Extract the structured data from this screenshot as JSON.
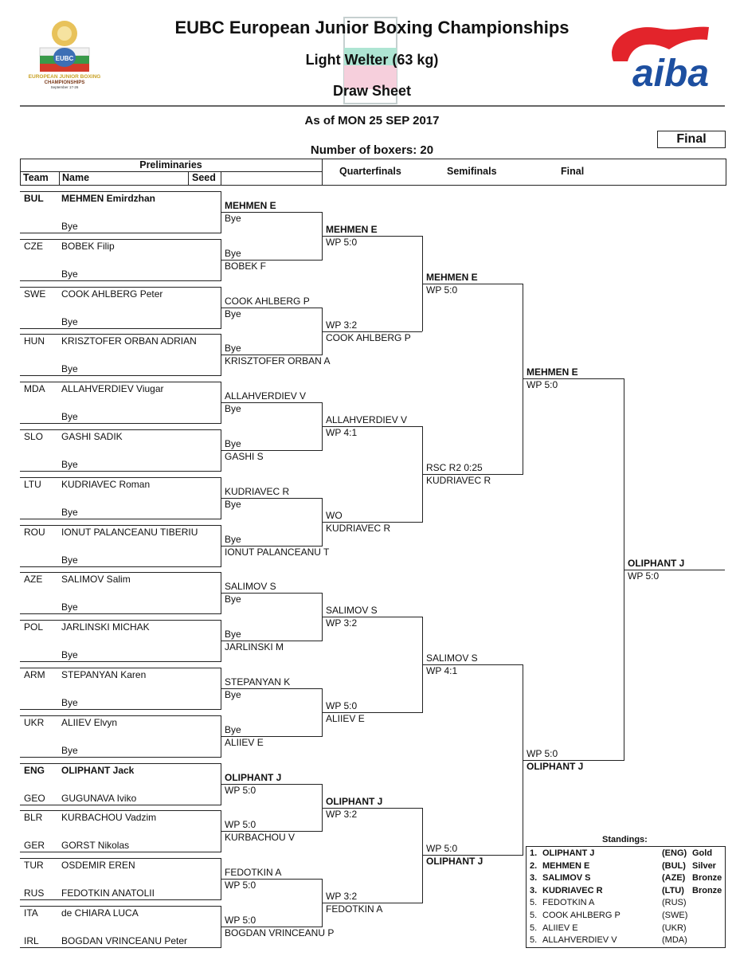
{
  "header": {
    "title": "EUBC European Junior Boxing Championships",
    "weight_class": "Light Welter (63 kg)",
    "sheet_type": "Draw Sheet",
    "as_of": "As of MON 25 SEP 2017",
    "status": "Final",
    "boxer_count": "Number of boxers: 20",
    "left_logo_text": "EUROPEAN JUNIOR BOXING CHAMPIONSHIPS September 17-26",
    "right_logo_text": "aiba"
  },
  "columns": {
    "preliminaries": "Preliminaries",
    "team": "Team",
    "name": "Name",
    "seed": "Seed",
    "quarterfinals": "Quarterfinals",
    "semifinals": "Semifinals",
    "final": "Final"
  },
  "preliminaries": [
    {
      "top_team": "BUL",
      "top_name": "MEHMEN Emirdzhan",
      "top_bold": true,
      "bottom_team": "",
      "bottom_name": "Bye"
    },
    {
      "top_team": "CZE",
      "top_name": "BOBEK Filip",
      "bottom_team": "",
      "bottom_name": "Bye"
    },
    {
      "top_team": "SWE",
      "top_name": "COOK AHLBERG Peter",
      "bottom_team": "",
      "bottom_name": "Bye"
    },
    {
      "top_team": "HUN",
      "top_name": "KRISZTOFER ORBAN ADRIAN",
      "bottom_team": "",
      "bottom_name": "Bye"
    },
    {
      "top_team": "MDA",
      "top_name": "ALLAHVERDIEV Viugar",
      "bottom_team": "",
      "bottom_name": "Bye"
    },
    {
      "top_team": "SLO",
      "top_name": "GASHI SADIK",
      "bottom_team": "",
      "bottom_name": "Bye"
    },
    {
      "top_team": "LTU",
      "top_name": "KUDRIAVEC Roman",
      "bottom_team": "",
      "bottom_name": "Bye"
    },
    {
      "top_team": "ROU",
      "top_name": "IONUT PALANCEANU TIBERIU",
      "bottom_team": "",
      "bottom_name": "Bye"
    },
    {
      "top_team": "AZE",
      "top_name": "SALIMOV Salim",
      "bottom_team": "",
      "bottom_name": "Bye"
    },
    {
      "top_team": "POL",
      "top_name": "JARLINSKI MICHAK",
      "bottom_team": "",
      "bottom_name": "Bye"
    },
    {
      "top_team": "ARM",
      "top_name": "STEPANYAN Karen",
      "bottom_team": "",
      "bottom_name": "Bye"
    },
    {
      "top_team": "UKR",
      "top_name": "ALIIEV Elvyn",
      "bottom_team": "",
      "bottom_name": "Bye"
    },
    {
      "top_team": "ENG",
      "top_name": "OLIPHANT Jack",
      "top_bold": true,
      "bottom_team": "GEO",
      "bottom_name": "GUGUNAVA Iviko"
    },
    {
      "top_team": "BLR",
      "top_name": "KURBACHOU Vadzim",
      "bottom_team": "GER",
      "bottom_name": "GORST Nikolas"
    },
    {
      "top_team": "TUR",
      "top_name": "OSDEMIR EREN",
      "bottom_team": "RUS",
      "bottom_name": "FEDOTKIN ANATOLII"
    },
    {
      "top_team": "ITA",
      "top_name": "de CHIARA LUCA",
      "bottom_team": "IRL",
      "bottom_name": "BOGDAN VRINCEANU Peter"
    }
  ],
  "rounds": [
    [
      {
        "top": "MEHMEN E",
        "top_bold": true,
        "top_result": "Bye",
        "bottom_result": "Bye",
        "bottom": "BOBEK F"
      },
      {
        "top": "COOK AHLBERG P",
        "top_result": "Bye",
        "bottom_result": "Bye",
        "bottom": "KRISZTOFER ORBAN A"
      },
      {
        "top": "ALLAHVERDIEV V",
        "top_result": "Bye",
        "bottom_result": "Bye",
        "bottom": "GASHI S"
      },
      {
        "top": "KUDRIAVEC R",
        "top_result": "Bye",
        "bottom_result": "Bye",
        "bottom": "IONUT PALANCEANU T"
      },
      {
        "top": "SALIMOV S",
        "top_result": "Bye",
        "bottom_result": "Bye",
        "bottom": "JARLINSKI M"
      },
      {
        "top": "STEPANYAN K",
        "top_result": "Bye",
        "bottom_result": "Bye",
        "bottom": "ALIIEV E"
      },
      {
        "top": "OLIPHANT J",
        "top_bold": true,
        "top_result": "WP 5:0",
        "bottom_result": "WP 5:0",
        "bottom": "KURBACHOU V"
      },
      {
        "top": "FEDOTKIN A",
        "top_result": "WP 5:0",
        "bottom_result": "WP 5:0",
        "bottom": "BOGDAN VRINCEANU P"
      }
    ],
    [
      {
        "top": "MEHMEN E",
        "top_bold": true,
        "top_result": "WP 5:0",
        "bottom_result": "WP 3:2",
        "bottom": "COOK AHLBERG P"
      },
      {
        "top": "ALLAHVERDIEV V",
        "top_result": "WP 4:1",
        "bottom_result": "WO",
        "bottom": "KUDRIAVEC R"
      },
      {
        "top": "SALIMOV S",
        "top_result": "WP 3:2",
        "bottom_result": "WP 5:0",
        "bottom": "ALIIEV E"
      },
      {
        "top": "OLIPHANT J",
        "top_bold": true,
        "top_result": "WP 3:2",
        "bottom_result": "WP 3:2",
        "bottom": "FEDOTKIN A"
      }
    ],
    [
      {
        "top": "MEHMEN E",
        "top_bold": true,
        "top_result": "WP 5:0",
        "bottom_result": "RSC R2 0:25",
        "bottom": "KUDRIAVEC R"
      },
      {
        "top": "SALIMOV S",
        "top_result": "WP 4:1",
        "bottom_result": "WP 5:0",
        "bottom": "OLIPHANT J",
        "bottom_bold": true
      }
    ],
    [
      {
        "top": "MEHMEN E",
        "top_bold": true,
        "top_result": "WP 5:0",
        "bottom_result": "WP 5:0",
        "bottom": "OLIPHANT J",
        "bottom_bold": true
      }
    ]
  ],
  "champion": {
    "name": "OLIPHANT J",
    "result": "WP 5:0"
  },
  "standings": {
    "title": "Standings:",
    "rows": [
      {
        "rank": "1.",
        "name": "OLIPHANT J",
        "team": "(ENG)",
        "medal": "Gold",
        "bold": true
      },
      {
        "rank": "2.",
        "name": "MEHMEN E",
        "team": "(BUL)",
        "medal": "Silver",
        "bold": true
      },
      {
        "rank": "3.",
        "name": "SALIMOV S",
        "team": "(AZE)",
        "medal": "Bronze",
        "bold": true
      },
      {
        "rank": "3.",
        "name": "KUDRIAVEC R",
        "team": "(LTU)",
        "medal": "Bronze",
        "bold": true
      },
      {
        "rank": "5.",
        "name": "FEDOTKIN A",
        "team": "(RUS)",
        "medal": ""
      },
      {
        "rank": "5.",
        "name": "COOK AHLBERG P",
        "team": "(SWE)",
        "medal": ""
      },
      {
        "rank": "5.",
        "name": "ALIIEV E",
        "team": "(UKR)",
        "medal": ""
      },
      {
        "rank": "5.",
        "name": "ALLAHVERDIEV V",
        "team": "(MDA)",
        "medal": ""
      }
    ]
  }
}
